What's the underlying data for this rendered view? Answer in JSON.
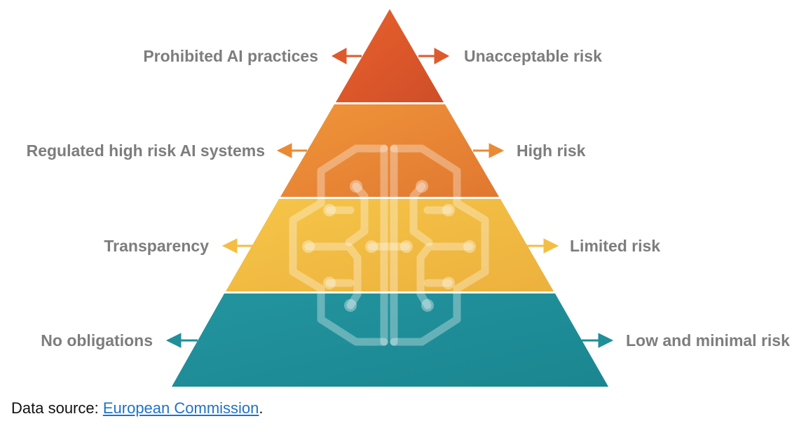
{
  "tiers": [
    {
      "left_label": "Prohibited AI practices",
      "right_label": "Unacceptable risk",
      "color": "#dd5a2c"
    },
    {
      "left_label": "Regulated high risk AI systems",
      "right_label": "High risk",
      "color": "#ea8a35"
    },
    {
      "left_label": "Transparency",
      "right_label": "Limited risk",
      "color": "#f3be43"
    },
    {
      "left_label": "No obligations",
      "right_label": "Low and minimal risk",
      "color": "#1f8f9a"
    }
  ],
  "source": {
    "prefix": "Data source: ",
    "link_text": "European Commission",
    "suffix": "."
  },
  "watermark_icon": "brain-circuit-icon"
}
